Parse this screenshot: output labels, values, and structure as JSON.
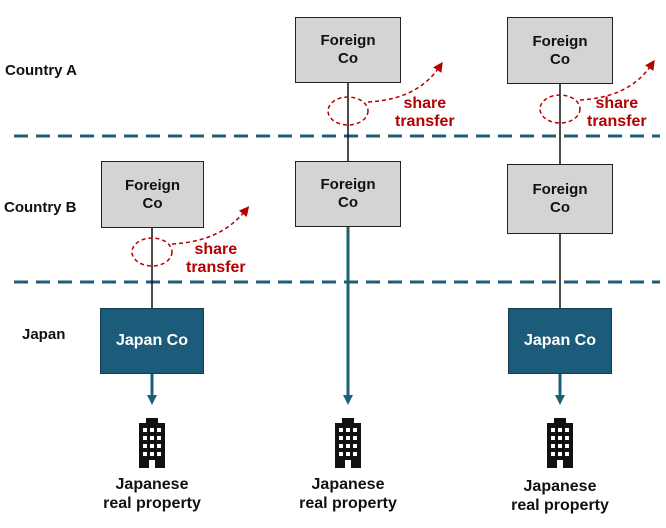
{
  "regions": {
    "country_a": "Country A",
    "country_b": "Country B",
    "japan": "Japan"
  },
  "entities": {
    "foreign_co": [
      "Foreign",
      "Co"
    ],
    "japan_co": "Japan Co"
  },
  "annotation": [
    "share",
    "transfer"
  ],
  "property": [
    "Japanese",
    "real property"
  ],
  "colors": {
    "divider": "#1e5f78",
    "japan_box": "#1c5b7a",
    "foreign_box": "#d4d4d4",
    "annotation": "#b30000"
  }
}
